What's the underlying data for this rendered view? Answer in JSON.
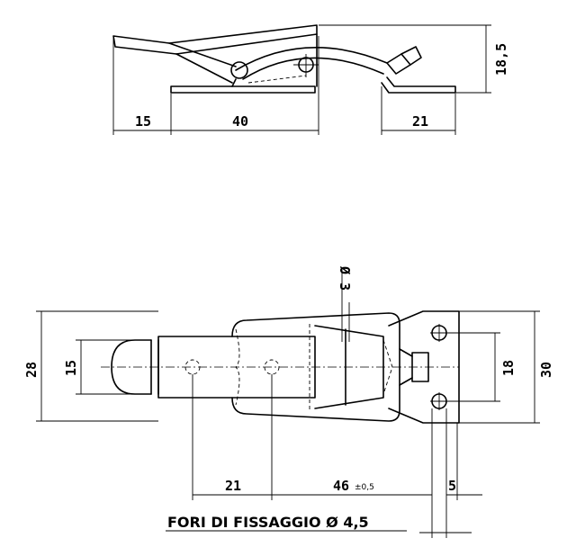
{
  "side_view": {
    "dims": {
      "d_15": "15",
      "d_40": "40",
      "d_21": "21",
      "d_18_5": "18,5"
    }
  },
  "top_view": {
    "dims": {
      "d_28": "28",
      "d_15": "15",
      "d_18": "18",
      "d_30": "30",
      "d_21": "21",
      "d_46": "46",
      "d_46_tol": "±0,5",
      "d_5": "5",
      "d_03": "Ø 3"
    }
  },
  "note": "FORI DI FISSAGGIO Ø 4,5"
}
